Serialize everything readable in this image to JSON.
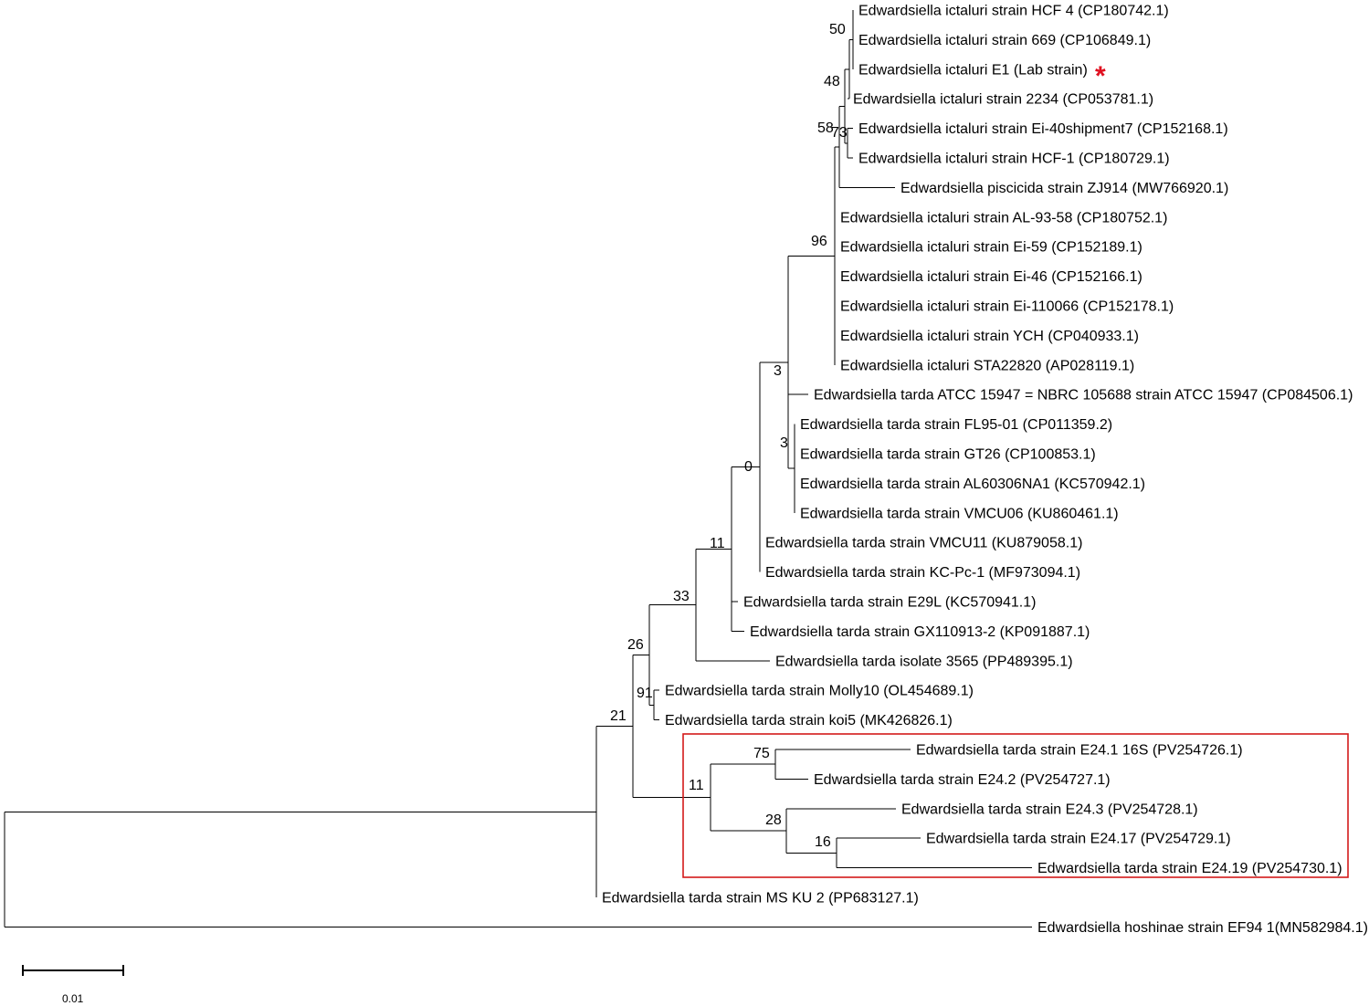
{
  "figure": {
    "leaves": [
      {
        "id": "hcf4",
        "label": "Edwardsiella ictaluri strain HCF 4 (CP180742.1)"
      },
      {
        "id": "s669",
        "label": "Edwardsiella ictaluri strain 669 (CP106849.1)"
      },
      {
        "id": "e1",
        "label": "Edwardsiella ictaluri E1 (Lab strain)",
        "marker": "*"
      },
      {
        "id": "s2234",
        "label": "Edwardsiella ictaluri strain 2234 (CP053781.1)"
      },
      {
        "id": "ei40",
        "label": "Edwardsiella ictaluri strain Ei-40shipment7 (CP152168.1)"
      },
      {
        "id": "hcf1",
        "label": "Edwardsiella ictaluri strain HCF-1 (CP180729.1)"
      },
      {
        "id": "zj914",
        "label": "Edwardsiella piscicida strain ZJ914 (MW766920.1)"
      },
      {
        "id": "al9358",
        "label": "Edwardsiella ictaluri strain AL-93-58 (CP180752.1)"
      },
      {
        "id": "ei59",
        "label": "Edwardsiella ictaluri strain Ei-59 (CP152189.1)"
      },
      {
        "id": "ei46",
        "label": "Edwardsiella ictaluri strain Ei-46 (CP152166.1)"
      },
      {
        "id": "ei110066",
        "label": "Edwardsiella ictaluri strain Ei-110066 (CP152178.1)"
      },
      {
        "id": "ych",
        "label": "Edwardsiella ictaluri strain YCH (CP040933.1)"
      },
      {
        "id": "sta22820",
        "label": "Edwardsiella ictaluri STA22820 (AP028119.1)"
      },
      {
        "id": "atcc",
        "label": "Edwardsiella tarda ATCC 15947 = NBRC 105688 strain ATCC 15947 (CP084506.1)"
      },
      {
        "id": "fl9501",
        "label": "Edwardsiella tarda strain FL95-01 (CP011359.2)"
      },
      {
        "id": "gt26",
        "label": "Edwardsiella tarda strain GT26 (CP100853.1)"
      },
      {
        "id": "al60306",
        "label": "Edwardsiella tarda strain AL60306NA1 (KC570942.1)"
      },
      {
        "id": "vmcu06",
        "label": "Edwardsiella tarda strain VMCU06 (KU860461.1)"
      },
      {
        "id": "vmcu11",
        "label": "Edwardsiella tarda strain VMCU11 (KU879058.1)"
      },
      {
        "id": "kcpc1",
        "label": "Edwardsiella tarda strain KC-Pc-1 (MF973094.1)"
      },
      {
        "id": "e29l",
        "label": "Edwardsiella tarda strain E29L (KC570941.1)"
      },
      {
        "id": "gx110913",
        "label": "Edwardsiella tarda strain GX110913-2 (KP091887.1)"
      },
      {
        "id": "i3565",
        "label": "Edwardsiella tarda isolate 3565 (PP489395.1)"
      },
      {
        "id": "molly10",
        "label": "Edwardsiella tarda strain Molly10 (OL454689.1)"
      },
      {
        "id": "koi5",
        "label": "Edwardsiella tarda strain koi5 (MK426826.1)"
      },
      {
        "id": "e241",
        "label": "Edwardsiella tarda strain E24.1 16S (PV254726.1)"
      },
      {
        "id": "e242",
        "label": "Edwardsiella tarda strain E24.2 (PV254727.1)"
      },
      {
        "id": "e243",
        "label": "Edwardsiella tarda strain E24.3 (PV254728.1)"
      },
      {
        "id": "e2417",
        "label": "Edwardsiella tarda strain E24.17 (PV254729.1)"
      },
      {
        "id": "e2419",
        "label": "Edwardsiella tarda strain E24.19 (PV254730.1)"
      },
      {
        "id": "mskU2",
        "label": "Edwardsiella tarda strain MS KU 2 (PP683127.1)"
      },
      {
        "id": "ef941",
        "label": "Edwardsiella hoshinae strain EF94 1(MN582984.1)"
      }
    ],
    "bootstrap": [
      {
        "id": "n50",
        "value": "50"
      },
      {
        "id": "n48",
        "value": "48"
      },
      {
        "id": "n58",
        "value": "58"
      },
      {
        "id": "n73",
        "value": "73"
      },
      {
        "id": "n96",
        "value": "96"
      },
      {
        "id": "n3a",
        "value": "3"
      },
      {
        "id": "n3b",
        "value": "3"
      },
      {
        "id": "n0",
        "value": "0"
      },
      {
        "id": "n11a",
        "value": "11"
      },
      {
        "id": "n33",
        "value": "33"
      },
      {
        "id": "n26",
        "value": "26"
      },
      {
        "id": "n91",
        "value": "91"
      },
      {
        "id": "n21",
        "value": "21"
      },
      {
        "id": "n75",
        "value": "75"
      },
      {
        "id": "n11b",
        "value": "11"
      },
      {
        "id": "n28",
        "value": "28"
      },
      {
        "id": "n16",
        "value": "16"
      }
    ],
    "scale_bar": {
      "label": "0.01"
    },
    "highlight": {
      "color": "#d41a1a",
      "leaves": [
        "e241",
        "e242",
        "e243",
        "e2417",
        "e2419"
      ]
    },
    "marker_color": "#e01020"
  }
}
